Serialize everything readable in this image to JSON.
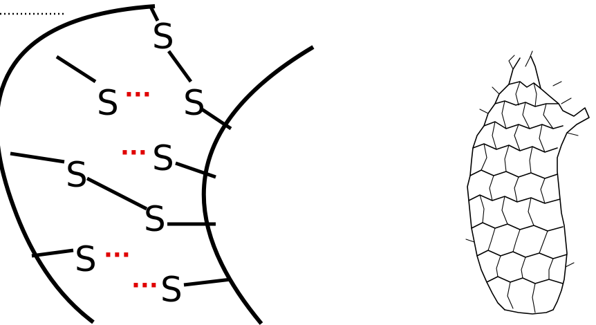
{
  "atoms": {
    "s1": "S",
    "s2": "S",
    "s3": "S",
    "s4": "S",
    "s5": "S",
    "s6": "S",
    "s7": "S",
    "s8": "S"
  },
  "broken_bond_marks": {
    "m1": "···",
    "m2": "···",
    "m3": "···",
    "m4": "···"
  },
  "colors": {
    "broken_bond": "#e00000",
    "lines": "#000000"
  }
}
